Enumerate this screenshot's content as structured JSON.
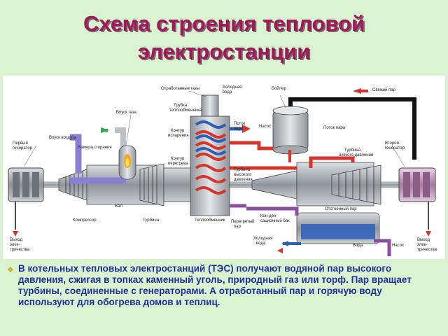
{
  "title": {
    "line1": "Схема строения тепловой",
    "line2": "электростанции"
  },
  "labels": {
    "exhaust_gases": "Отработанные газы",
    "cold_water_top_1": "Холодная",
    "cold_water_top_2": "вода",
    "boiler": "Бойлер",
    "fresh_steam": "Свежий пар",
    "heat_exchanger_pipe_1": "Трубка",
    "heat_exchanger_pipe_2": "теплообменника",
    "gas_inlet": "Впуск газа",
    "steam_flow_1": "Поток",
    "steam_flow_2": "пара",
    "pump_top": "Насос",
    "steam_flow_right": "Поток пара",
    "evaporation_circuit_1": "Контур",
    "evaporation_circuit_2": "испарения",
    "air_inlet": "Впуск воздуха",
    "combustion_chamber": "Камера сгорания",
    "first_generator_1": "Первый",
    "first_generator_2": "генератор",
    "superheat_circuit_1": "Контур",
    "superheat_circuit_2": "перегрева",
    "hp_turbine_1": "Турбина",
    "hp_turbine_2": "высокого",
    "hp_turbine_3": "давления",
    "lp_turbine_1": "Турбина",
    "lp_turbine_2": "низкого давления",
    "second_generator_1": "Второй",
    "second_generator_2": "генератор",
    "shaft": "Вал",
    "compressor": "Компрессор",
    "turbine": "Турбина",
    "heat_exchanger": "Теплообменник",
    "superheated_steam_1": "Перегретый",
    "superheated_steam_2": "пар",
    "condenser_1": "Кон-ден-",
    "condenser_2": "сационный бак",
    "spent_steam": "Отстоенный пар",
    "cold_water_bottom_1": "Холодная",
    "cold_water_bottom_2": "вода",
    "water": "Вода",
    "pump_bottom": "Насос",
    "electricity_out_left_1": "Выход",
    "electricity_out_left_2": "элек-",
    "electricity_out_left_3": "тричества",
    "electricity_out_right_1": "Выход",
    "electricity_out_right_2": "элек-",
    "electricity_out_right_3": "тричества"
  },
  "description": "В котельных тепловых электростанций (ТЭС) получают водяной пар высокого давления, сжигая в топках каменный уголь, природный газ или торф. Пар вращает турбины, соединенные с генераторами. А отработанный пар и горячую воду используют для обогрева домов и теплиц.",
  "colors": {
    "title": "#a0195a",
    "text": "#1f2fa0",
    "background": "#d9f2cf",
    "steam": "#d8352a",
    "water": "#2e5fb8",
    "gas": "#8a7fd0",
    "equipment": "#9aa0a6"
  }
}
